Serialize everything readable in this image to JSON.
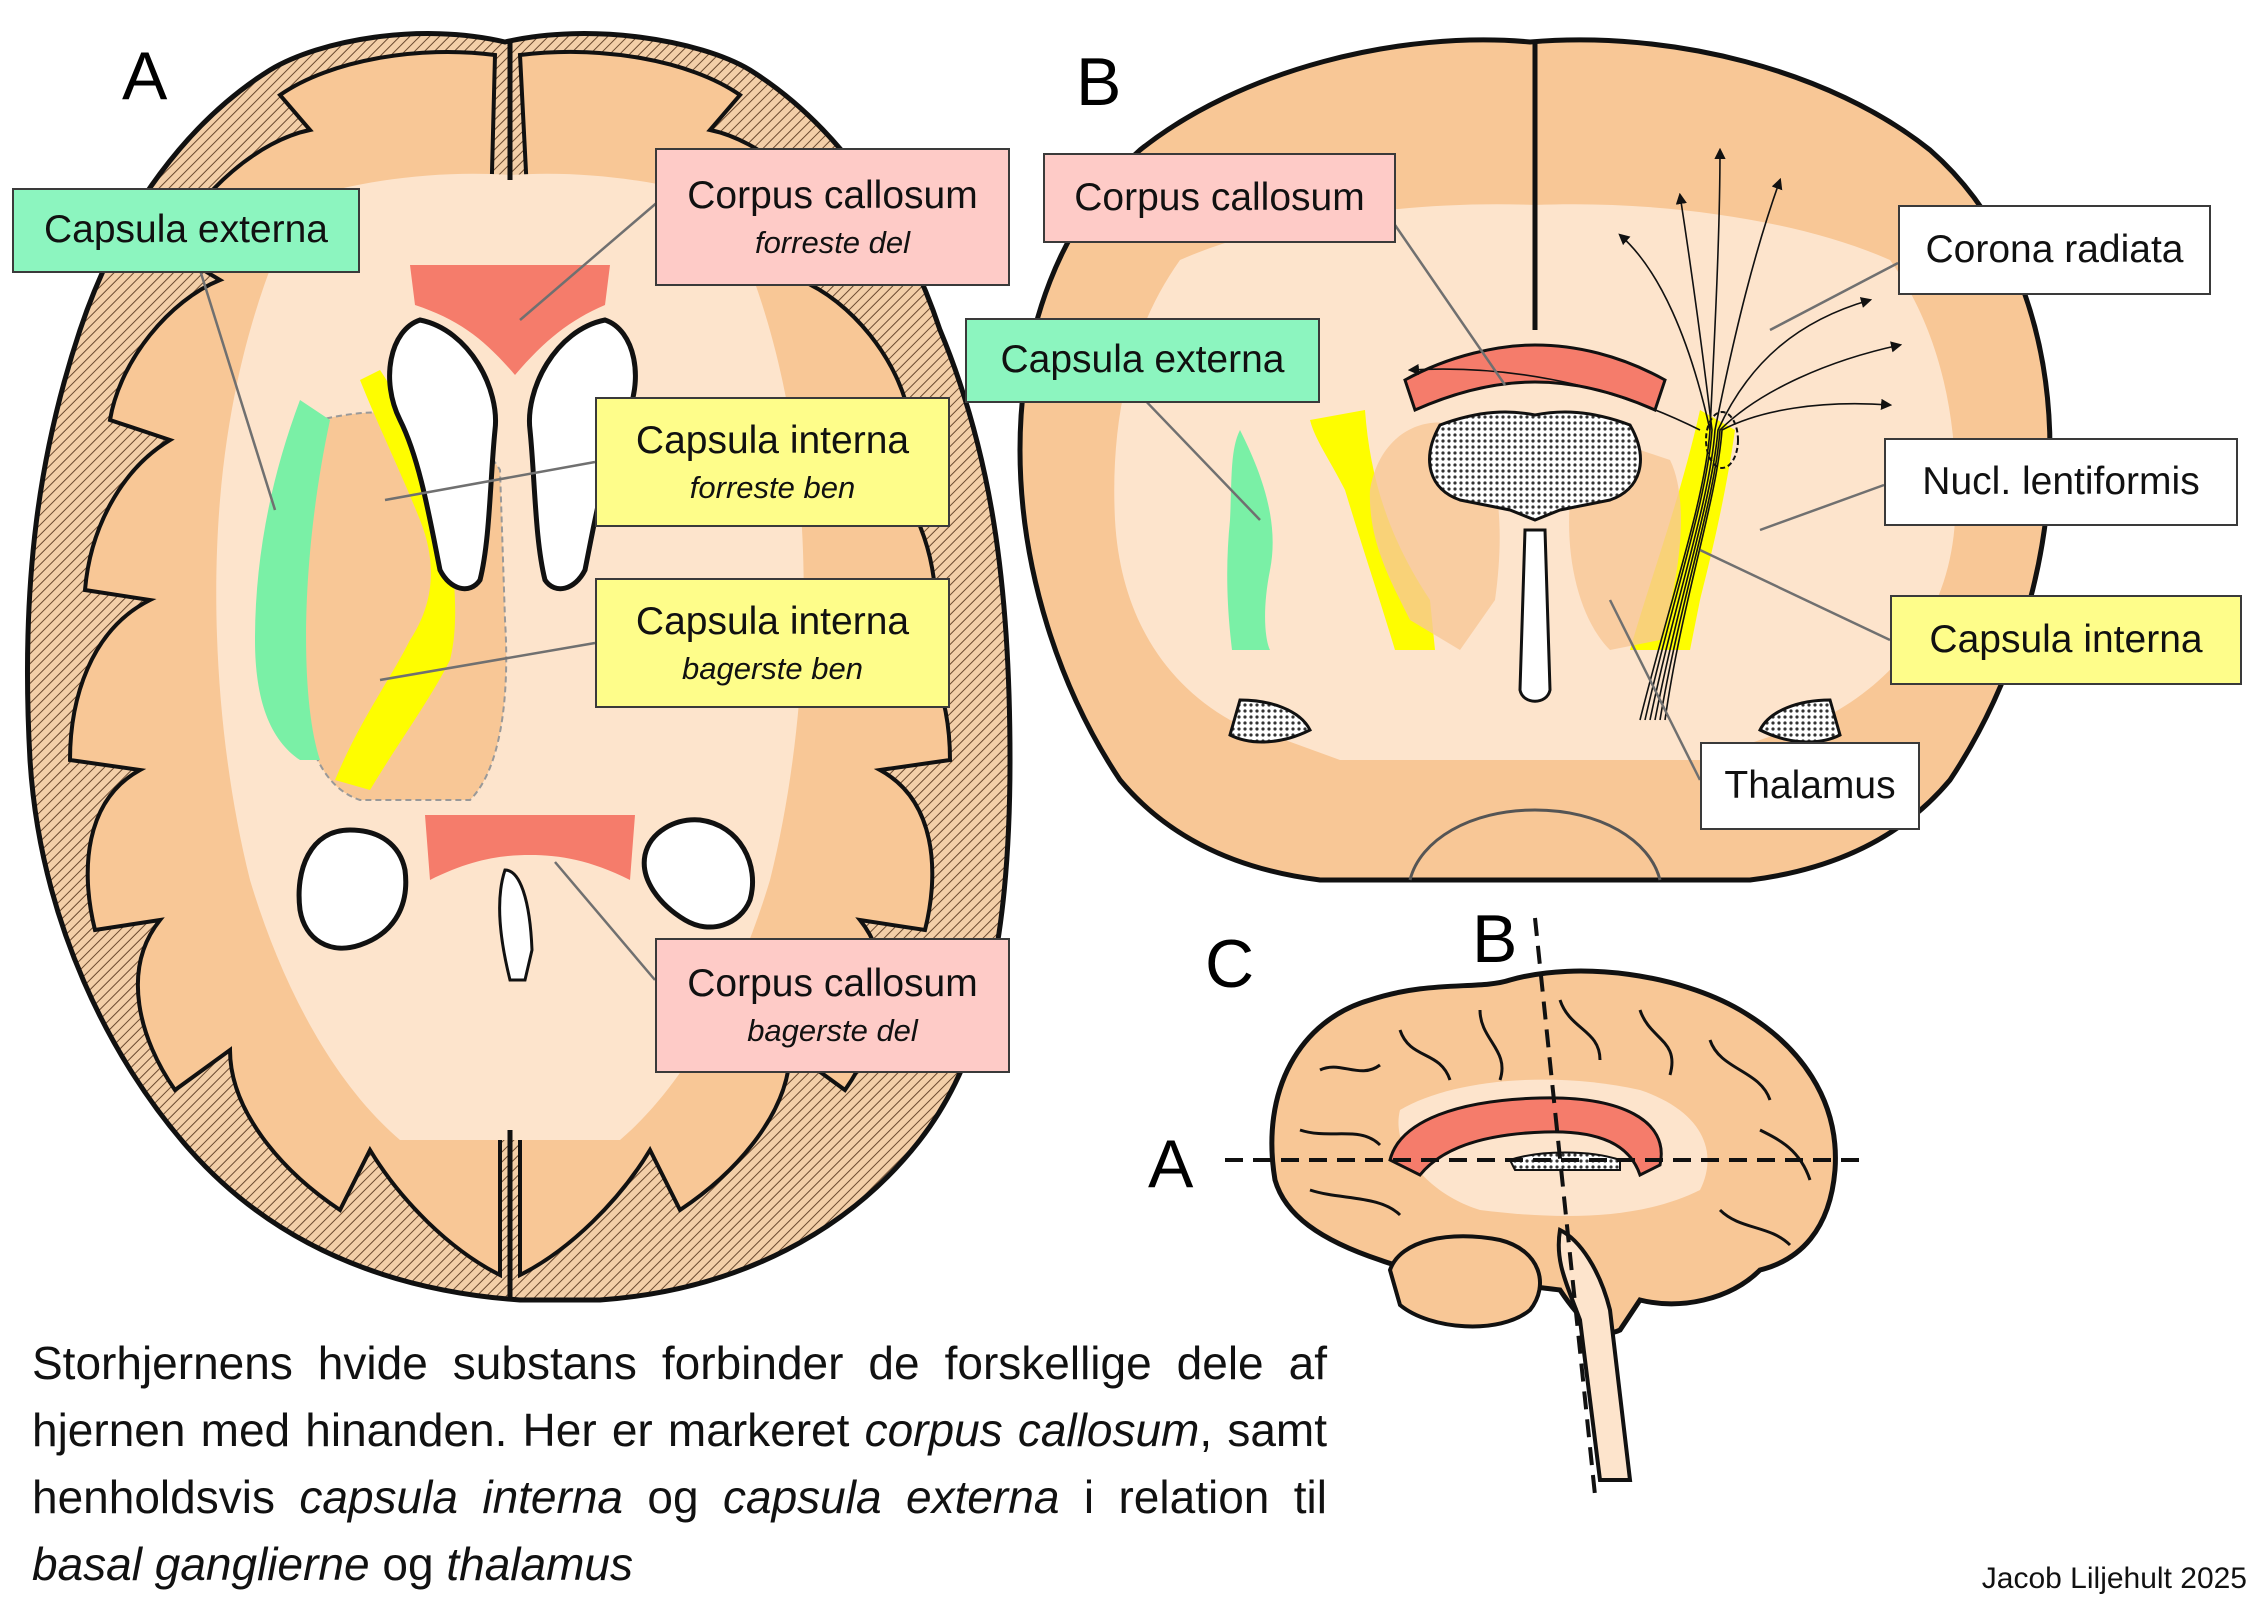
{
  "panels": {
    "a": "A",
    "b": "B",
    "c": "C",
    "c_line_a": "A",
    "c_line_b": "B"
  },
  "labels_a": {
    "capsula_externa": "Capsula externa",
    "cc_front_title": "Corpus callosum",
    "cc_front_sub": "forreste del",
    "ci_front_title": "Capsula interna",
    "ci_front_sub": "forreste ben",
    "ci_back_title": "Capsula interna",
    "ci_back_sub": "bagerste ben",
    "cc_back_title": "Corpus callosum",
    "cc_back_sub": "bagerste del"
  },
  "labels_b": {
    "corpus_callosum": "Corpus callosum",
    "capsula_externa": "Capsula externa",
    "corona_radiata": "Corona radiata",
    "nucl_lentiformis": "Nucl. lentiformis",
    "capsula_interna": "Capsula interna",
    "thalamus": "Thalamus"
  },
  "caption": {
    "p1": "Storhjernens hvide substans forbinder de forskellige dele af hjernen med hinanden. Her er markeret ",
    "i1": "corpus callosum",
    "p2": ", samt henholdsvis ",
    "i2": "capsula interna",
    "p3": " og ",
    "i3": "capsula externa",
    "p4": " i relation til ",
    "i4": "basal ganglierne",
    "p5": " og ",
    "i5": "thalamus"
  },
  "credit": "Jacob Liljehult 2025",
  "colors": {
    "cortex": "#f8c796",
    "white_matter": "#fde4cc",
    "corpus_callosum": "#f57c6b",
    "capsula_interna": "#fefd00",
    "capsula_externa": "#7af0a6",
    "ventricle": "#ffffff",
    "outline": "#111111"
  }
}
